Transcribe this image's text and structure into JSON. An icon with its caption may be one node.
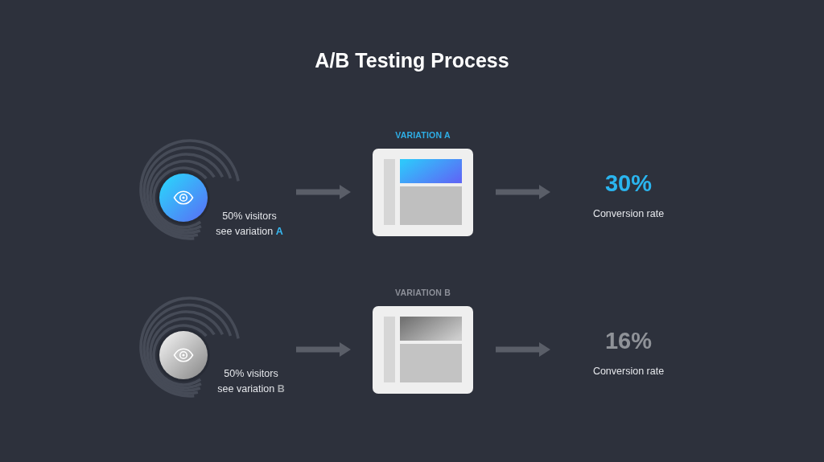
{
  "diagram": {
    "title": "A/B Testing Process",
    "nodes": [
      {
        "text": [],
        "shape": "circle",
        "beside": [
          "50% visitors see variation **A**"
        ]
      },
      {
        "text": [
          "VARIATION A"
        ]
      },
      {
        "text": [
          "30%",
          "Conversion rate"
        ]
      },
      {
        "text": [],
        "shape": "circle",
        "beside": [
          "50% visitors see variation **B**"
        ]
      },
      {
        "text": [
          "VARIATION B"
        ]
      },
      {
        "text": [
          "16%",
          "Conversion rate"
        ]
      }
    ],
    "edges": [
      {
        "from": 0,
        "to": 1,
        "arrow": "to"
      },
      {
        "from": 1,
        "to": 2,
        "arrow": "to"
      },
      {
        "from": 3,
        "to": 4,
        "arrow": "to"
      },
      {
        "from": 4,
        "to": 5,
        "arrow": "to"
      }
    ]
  }
}
